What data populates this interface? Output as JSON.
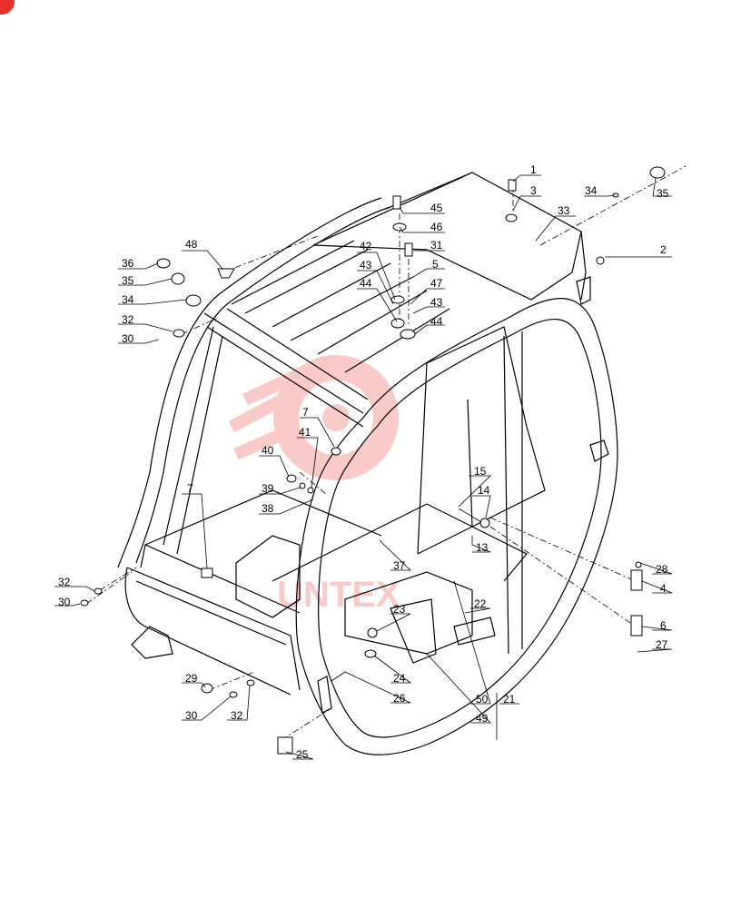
{
  "callouts": [
    {
      "id": "c1",
      "text": "1"
    },
    {
      "id": "c3",
      "text": "3"
    },
    {
      "id": "c34a",
      "text": "34"
    },
    {
      "id": "c35a",
      "text": "35"
    },
    {
      "id": "c33",
      "text": "33"
    },
    {
      "id": "c45",
      "text": "45"
    },
    {
      "id": "c46",
      "text": "46"
    },
    {
      "id": "c2",
      "text": "2"
    },
    {
      "id": "c31",
      "text": "31"
    },
    {
      "id": "c48",
      "text": "48"
    },
    {
      "id": "c42",
      "text": "42"
    },
    {
      "id": "c5",
      "text": "5"
    },
    {
      "id": "c36",
      "text": "36"
    },
    {
      "id": "c43a",
      "text": "43"
    },
    {
      "id": "c35b",
      "text": "35"
    },
    {
      "id": "c44a",
      "text": "44"
    },
    {
      "id": "c47",
      "text": "47"
    },
    {
      "id": "c34b",
      "text": "34"
    },
    {
      "id": "c43b",
      "text": "43"
    },
    {
      "id": "c32a",
      "text": "32"
    },
    {
      "id": "c44b",
      "text": "44"
    },
    {
      "id": "c30a",
      "text": "30"
    },
    {
      "id": "c7a",
      "text": "7"
    },
    {
      "id": "c41",
      "text": "41"
    },
    {
      "id": "c40",
      "text": "40"
    },
    {
      "id": "c39",
      "text": "39"
    },
    {
      "id": "c7b",
      "text": "7"
    },
    {
      "id": "c15",
      "text": "15"
    },
    {
      "id": "c14",
      "text": "14"
    },
    {
      "id": "c38",
      "text": "38"
    },
    {
      "id": "c13",
      "text": "13"
    },
    {
      "id": "c37",
      "text": "37"
    },
    {
      "id": "c28",
      "text": "28"
    },
    {
      "id": "c32b",
      "text": "32"
    },
    {
      "id": "c4",
      "text": "4"
    },
    {
      "id": "c30b",
      "text": "30"
    },
    {
      "id": "c23",
      "text": "23"
    },
    {
      "id": "c22",
      "text": "22"
    },
    {
      "id": "c6",
      "text": "6"
    },
    {
      "id": "c27",
      "text": "27"
    },
    {
      "id": "c24",
      "text": "24"
    },
    {
      "id": "c29",
      "text": "29"
    },
    {
      "id": "c26",
      "text": "26"
    },
    {
      "id": "c50",
      "text": "50"
    },
    {
      "id": "c21",
      "text": "21"
    },
    {
      "id": "c30c",
      "text": "30"
    },
    {
      "id": "c32c",
      "text": "32"
    },
    {
      "id": "c49",
      "text": "49"
    },
    {
      "id": "c25",
      "text": "25"
    }
  ],
  "watermark": {
    "color": "#e8302a",
    "text": "UNTEX"
  }
}
